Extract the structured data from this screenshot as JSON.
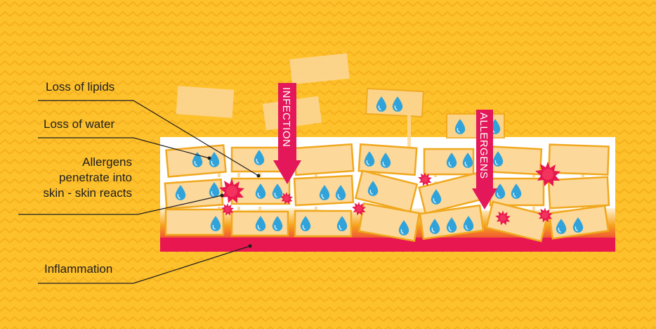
{
  "labels": {
    "lipids": "Loss of lipids",
    "water": "Loss of water",
    "allergens_line1": "Allergens",
    "allergens_line2": "penetrate into",
    "allergens_line3": "skin - skin reacts",
    "inflammation": "Inflammation"
  },
  "arrows": {
    "infection": "INFECTION",
    "allergens": "ALLERGENS"
  },
  "colors": {
    "background": "#FDC12C",
    "cell_fill": "#FCD89A",
    "cell_border": "#F0A81E",
    "water_drop": "#2FA3DA",
    "allergen": "#E8174F",
    "arrow": "#E3175A",
    "inflammation_bottom": "#E8174F",
    "inflammation_top": "#F9B51E"
  }
}
